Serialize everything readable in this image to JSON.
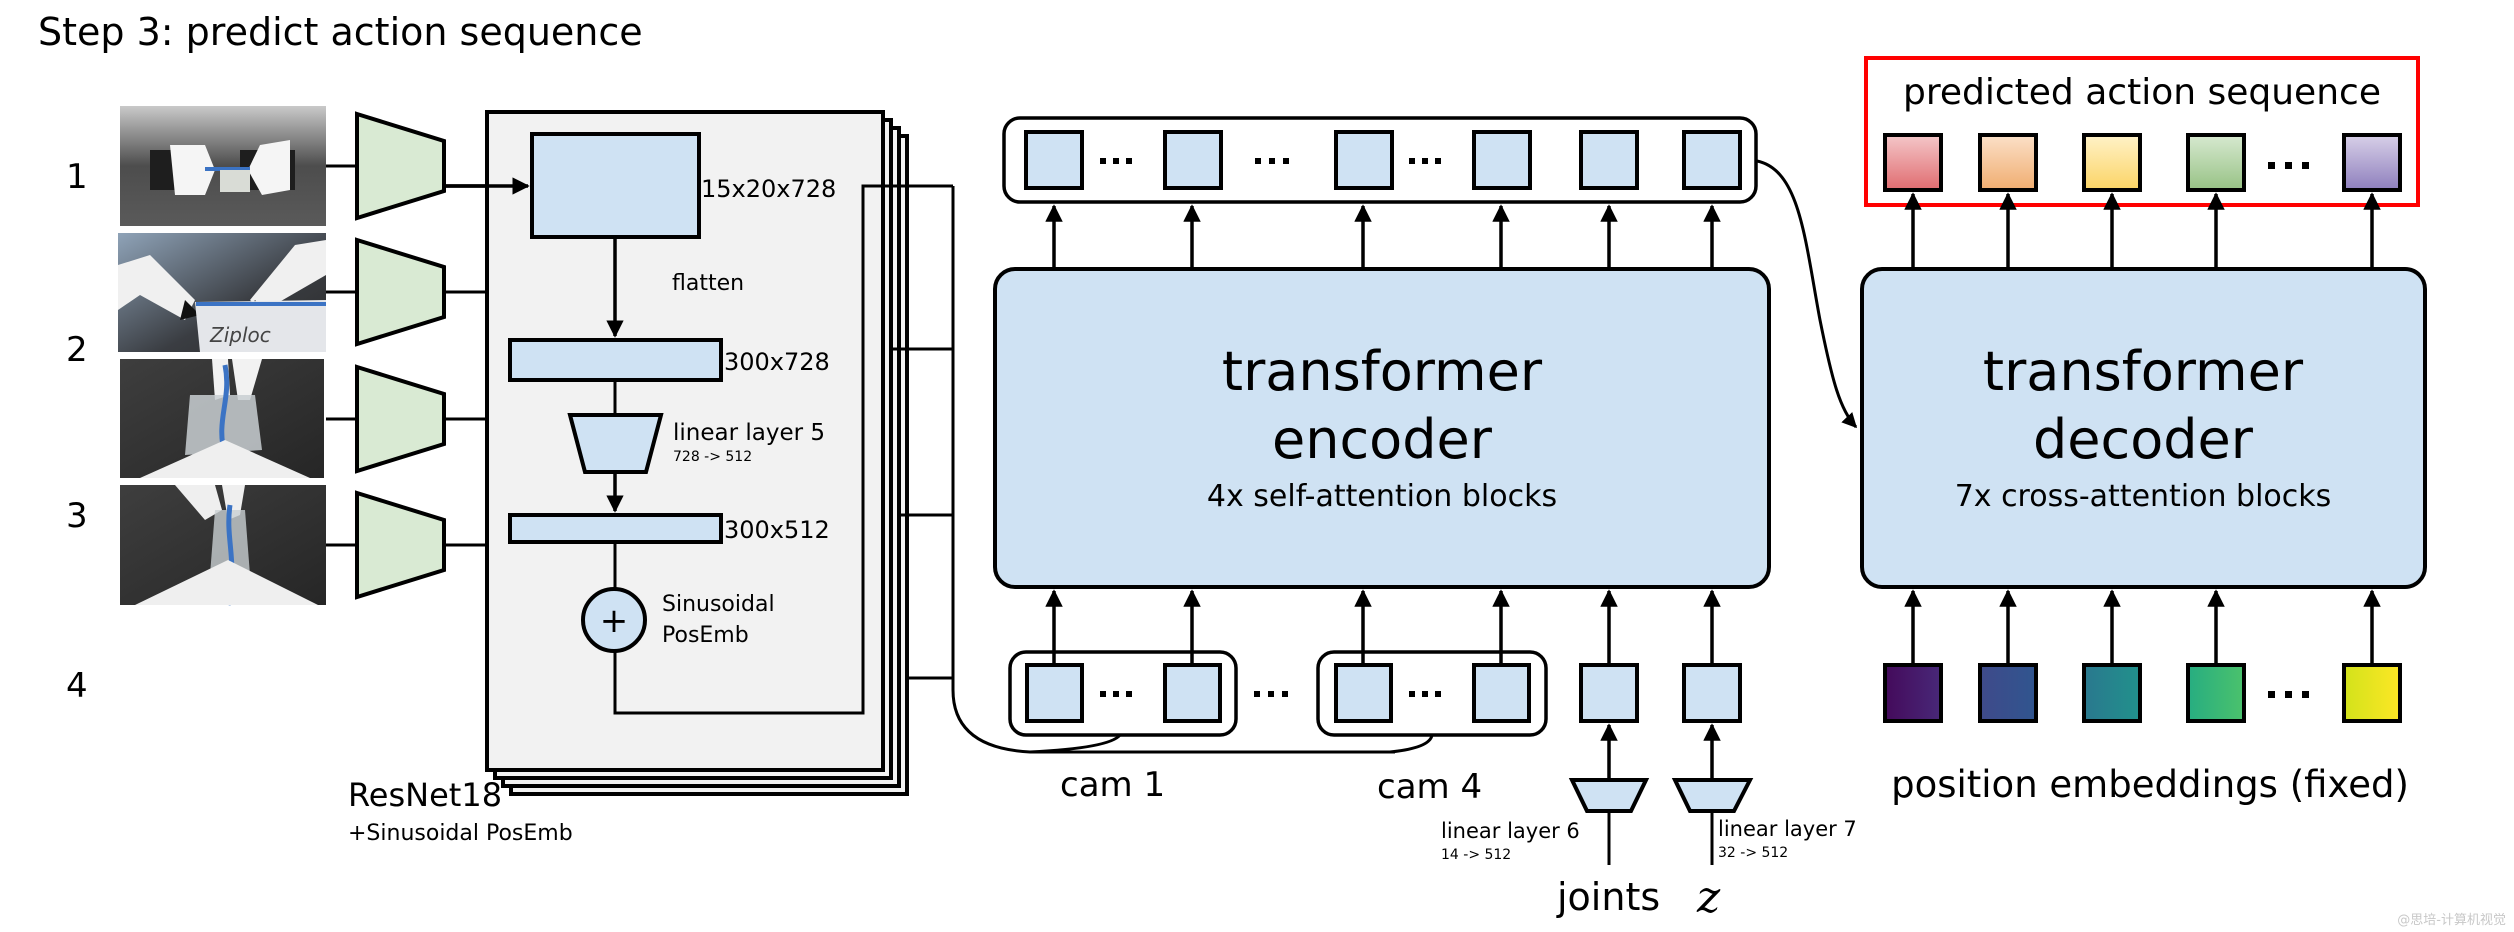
{
  "title": "Step 3: predict action sequence",
  "cameras": [
    {
      "label": "1",
      "scene": "top view of two robot arms holding a bag"
    },
    {
      "label": "2",
      "scene": "front view of grippers over a Ziploc bag",
      "bag_text": "Ziploc"
    },
    {
      "label": "3",
      "scene": "left wrist view of zipper"
    },
    {
      "label": "4",
      "scene": "right wrist view of zipper"
    }
  ],
  "backbone": {
    "name": "ResNet18",
    "subtitle": "+Sinusoidal PosEmb",
    "feature_map_label": "15x20x728",
    "flatten_label": "flatten",
    "flattened_label": "300x728",
    "linear_label": "linear layer 5",
    "linear_dims": "728 -> 512",
    "projected_label": "300x512",
    "add_symbol": "+",
    "posemb_line1": "Sinusoidal",
    "posemb_line2": "PosEmb"
  },
  "encoder": {
    "title_line1": "transformer",
    "title_line2": "encoder",
    "subtitle": "4x self-attention blocks",
    "inputs": {
      "cam_group_labels": [
        "cam 1",
        "cam 4"
      ],
      "joints_label": "joints",
      "z_label": "z",
      "linear6_label": "linear layer 6",
      "linear6_dims": "14 -> 512",
      "linear7_label": "linear layer 7",
      "linear7_dims": "32 -> 512"
    },
    "ellipsis": "..."
  },
  "decoder": {
    "title_line1": "transformer",
    "title_line2": "decoder",
    "subtitle": "7x cross-attention blocks",
    "output_label": "predicted action sequence",
    "position_label": "position embeddings (fixed)",
    "highlight_color": "#ff0000",
    "action_colors": [
      [
        "#f4c7c9",
        "#e06c70"
      ],
      [
        "#fbe0c8",
        "#f0ad70"
      ],
      [
        "#fff2c8",
        "#fbd465"
      ],
      [
        "#d7e9d0",
        "#97c285"
      ],
      [
        "#d8d0e8",
        "#8e7fbd"
      ]
    ],
    "posemb_colors": [
      [
        "#440a5b",
        "#482878"
      ],
      [
        "#3f4a8a",
        "#30558f"
      ],
      [
        "#2a788e",
        "#21918c"
      ],
      [
        "#27ad81",
        "#4bc26c"
      ],
      [
        "#d2e21b",
        "#fde725"
      ]
    ]
  },
  "watermark": "@思培-计算机视觉"
}
